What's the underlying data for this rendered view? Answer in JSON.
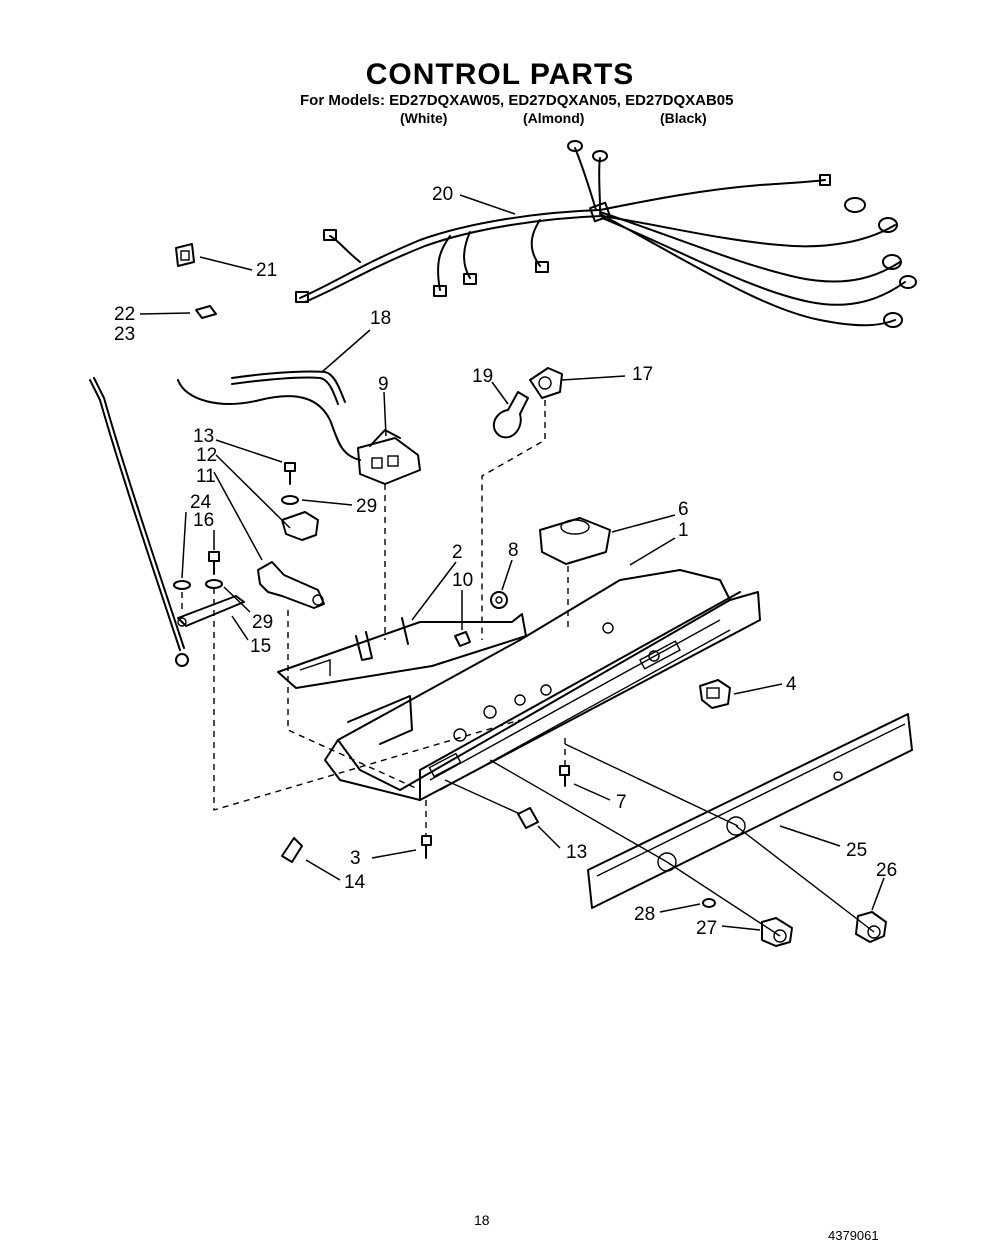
{
  "title": "CONTROL PARTS",
  "models": {
    "prefix": "For Models:",
    "list": "ED27DQXAW05, ED27DQXAN05, ED27DQXAB05",
    "variants": [
      "(White)",
      "(Almond)",
      "(Black)"
    ]
  },
  "callouts": [
    "1",
    "2",
    "3",
    "4",
    "6",
    "7",
    "8",
    "9",
    "10",
    "11",
    "12",
    "13",
    "13",
    "14",
    "15",
    "16",
    "17",
    "18",
    "19",
    "20",
    "21",
    "22",
    "23",
    "24",
    "25",
    "26",
    "27",
    "28",
    "29",
    "29"
  ],
  "footer": {
    "page": "18",
    "doc_number": "4379061"
  }
}
